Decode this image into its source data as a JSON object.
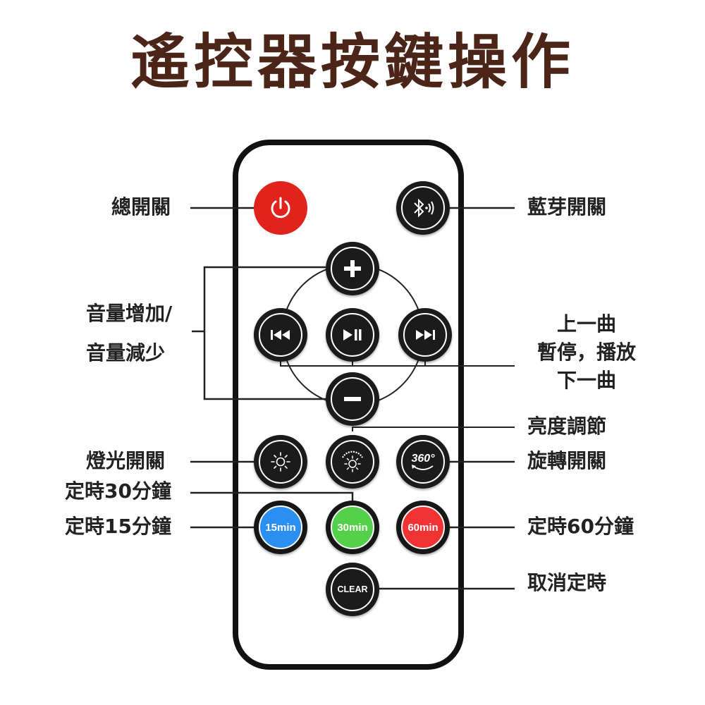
{
  "title": "遙控器按鍵操作",
  "labels": {
    "power": "總開關",
    "bluetooth": "藍芽開關",
    "volume_up": "音量增加/",
    "volume_down": "音量減少",
    "prev": "上一曲",
    "play_pause": "暫停，播放",
    "next": "下一曲",
    "brightness": "亮度調節",
    "light": "燈光開關",
    "rotate": "旋轉開關",
    "timer30": "定時30分鐘",
    "timer15": "定時15分鐘",
    "timer60": "定時60分鐘",
    "cancel_timer": "取消定時"
  },
  "buttons": {
    "rotate_text": "360°",
    "timer15": "15min",
    "timer30": "30min",
    "timer60": "60min",
    "clear": "CLEAR"
  },
  "colors": {
    "title": "#4a2518",
    "power": "#e0231c",
    "timer15": "#2a8ff0",
    "timer30": "#55d04a",
    "timer60": "#f03434"
  }
}
